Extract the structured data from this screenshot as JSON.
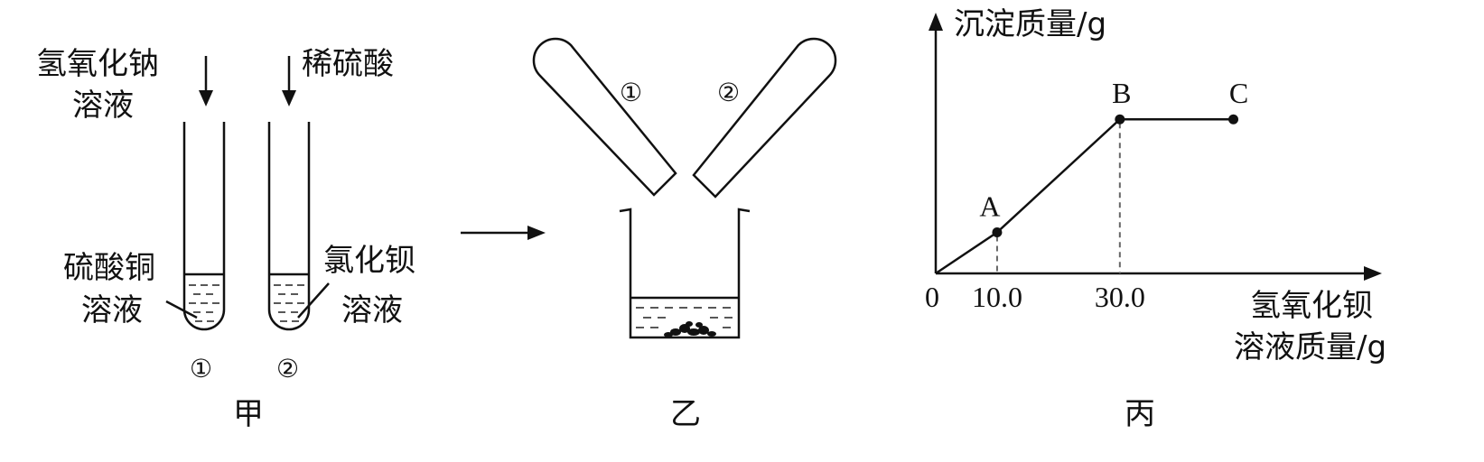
{
  "jia": {
    "tube1_top_label_line1": "氢氧化钠",
    "tube1_top_label_line2": "溶液",
    "tube2_top_label": "稀硫酸",
    "tube1_side_label_line1": "硫酸铜",
    "tube1_side_label_line2": "溶液",
    "tube2_side_label_line1": "氯化钡",
    "tube2_side_label_line2": "溶液",
    "tube1_number": "①",
    "tube2_number": "②",
    "caption": "甲"
  },
  "yi": {
    "tube1_number": "①",
    "tube2_number": "②",
    "caption": "乙"
  },
  "bing": {
    "caption": "丙"
  },
  "chart_data": {
    "type": "line",
    "ylabel": "沉淀质量/g",
    "xlabel_line1": "氢氧化钡",
    "xlabel_line2": "溶液质量/g",
    "origin_label": "0",
    "x_tick_labels": [
      "10.0",
      "30.0"
    ],
    "x_ticks": [
      10.0,
      30.0
    ],
    "points": [
      {
        "name": "",
        "x": 0,
        "y": 0
      },
      {
        "name": "A",
        "x": 10.0,
        "y": 0.24
      },
      {
        "name": "B",
        "x": 30.0,
        "y": 0.9
      },
      {
        "name": "C",
        "x": 48.5,
        "y": 0.9
      }
    ],
    "xlim": [
      0,
      68
    ],
    "ylim": [
      0,
      1.46
    ]
  }
}
